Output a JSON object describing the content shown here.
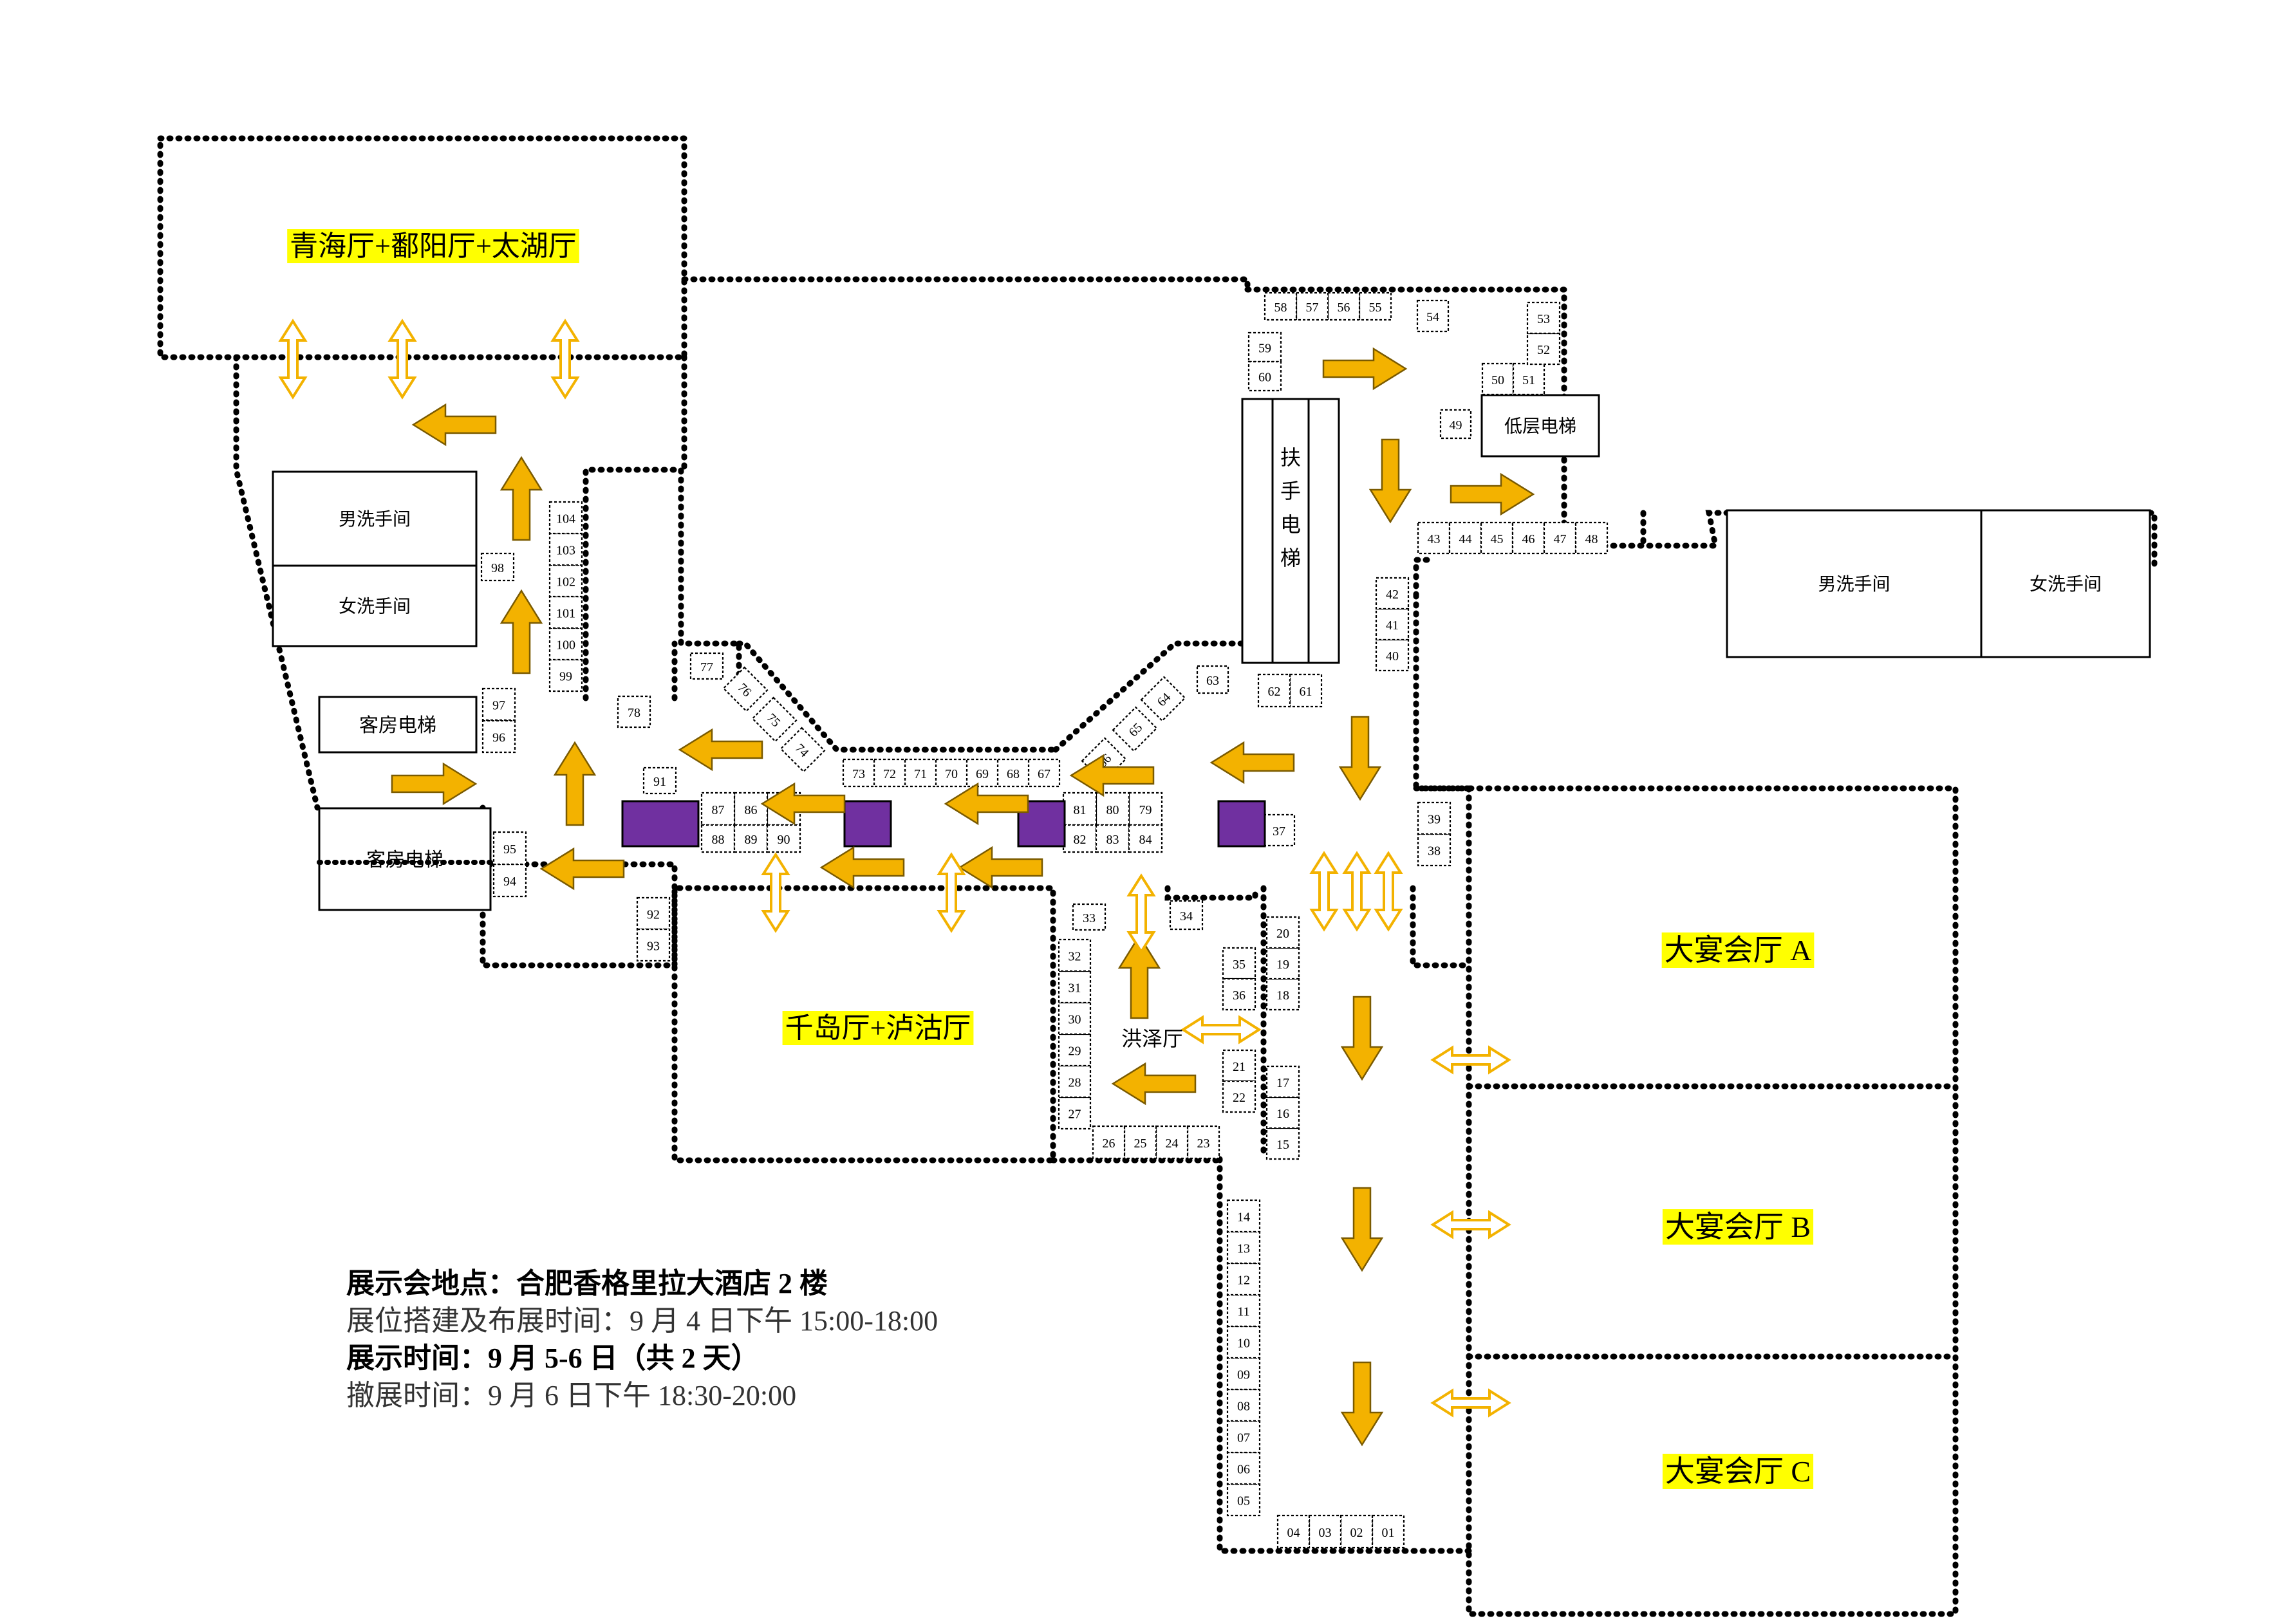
{
  "venue_labels": {
    "qinghai": "青海厅+鄱阳厅+太湖厅",
    "qiandao": "千岛厅+泸沽厅",
    "hongze": "洪泽厅",
    "banquet_a": "大宴会厅 A",
    "banquet_b": "大宴会厅 B",
    "banquet_c": "大宴会厅 C"
  },
  "room_labels": {
    "mens_left": "男洗手间",
    "womens_left": "女洗手间",
    "guest_elev_1": "客房电梯",
    "guest_elev_2": "客房电梯",
    "low_elevator": "低层电梯",
    "mens_right": "男洗手间",
    "womens_right": "女洗手间",
    "escalator": [
      "扶",
      "手",
      "电",
      "梯"
    ]
  },
  "booths": [
    "01",
    "02",
    "03",
    "04",
    "05",
    "06",
    "07",
    "08",
    "09",
    "10",
    "11",
    "12",
    "13",
    "14",
    "15",
    "16",
    "17",
    "18",
    "19",
    "20",
    "21",
    "22",
    "23",
    "24",
    "25",
    "26",
    "27",
    "28",
    "29",
    "30",
    "31",
    "32",
    "33",
    "34",
    "35",
    "36",
    "37",
    "38",
    "39",
    "40",
    "41",
    "42",
    "43",
    "44",
    "45",
    "46",
    "47",
    "48",
    "49",
    "50",
    "51",
    "52",
    "53",
    "54",
    "55",
    "56",
    "57",
    "58",
    "59",
    "60",
    "61",
    "62",
    "63",
    "64",
    "65",
    "66",
    "67",
    "68",
    "69",
    "70",
    "71",
    "72",
    "73",
    "74",
    "75",
    "76",
    "77",
    "78",
    "79",
    "80",
    "81",
    "82",
    "83",
    "84",
    "85",
    "86",
    "87",
    "88",
    "89",
    "90",
    "91",
    "92",
    "93",
    "94",
    "95",
    "96",
    "97",
    "98",
    "99",
    "100",
    "101",
    "102",
    "103",
    "104"
  ],
  "info": {
    "line1": "展示会地点：合肥香格里拉大酒店 2 楼",
    "line2": "展位搭建及布展时间：9 月 4 日下午 15:00-18:00",
    "line3": "展示时间：9 月 5-6 日（共 2 天）",
    "line4": "撤展时间：9 月 6 日下午 18:30-20:00"
  },
  "colors": {
    "arrow": "#f3b200",
    "arrow_outline": "#7a5a00",
    "label_highlight": "#ffff00",
    "purple_booth": "#7030a0",
    "boundary": "#000000"
  },
  "icons": [
    "arrow-left-icon",
    "arrow-right-icon",
    "arrow-up-icon",
    "arrow-down-icon",
    "double-arrow-icon"
  ]
}
